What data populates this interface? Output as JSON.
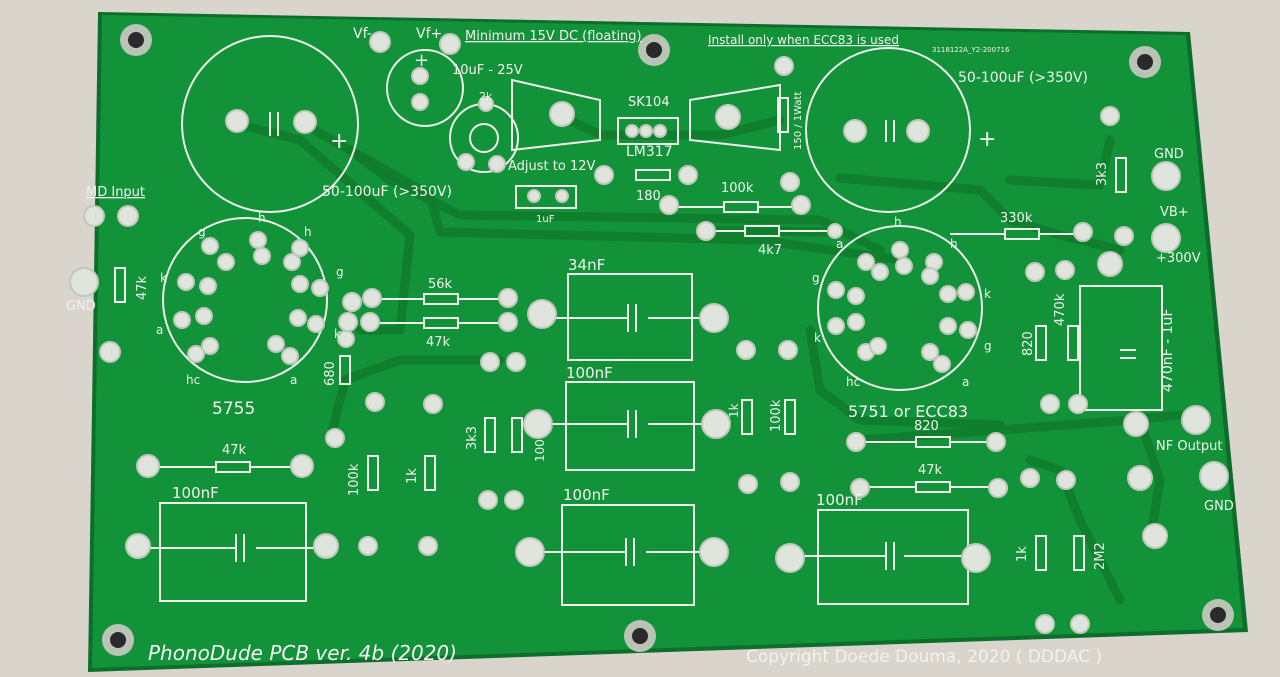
{
  "colors": {
    "background": "#d9d4cc",
    "board": "#12933a",
    "board_edge": "#0c6e2a",
    "trace": "#0f7a2c",
    "silkscreen": "#f2f2ee",
    "pad": "#dfe4dc"
  },
  "board": {
    "footer_title": "PhonoDude PCB ver. 4b (2020)",
    "copyright": "Copyright Doede Douma, 2020 ( DDDAC )",
    "serial": "3118122A_Y2-200716"
  },
  "power": {
    "vf_minus": "Vf-",
    "vf_plus": "Vf+",
    "min_dc_note": "Minimum 15V DC (floating)",
    "filter_cap": "10uF - 25V",
    "pot_value": "2k",
    "adjust_note": "Adjust to 12V",
    "regulator": "LM317",
    "resistor_180": "180",
    "cap_1uf": "1uF",
    "heatsink": "SK104"
  },
  "notes": {
    "ecc83_note": "Install only when ECC83 is used"
  },
  "caps": {
    "left_big": "50-100uF (>350V)",
    "right_big": "50-100uF (>350V)",
    "c34n": "34nF",
    "c100n_mid": "100nF",
    "c100n_left": "100nF",
    "c100n_center": "100nF",
    "c100n_right": "100nF",
    "out_cap": "470nF - 1uF"
  },
  "resistors": {
    "r150": "150 / 1Watt",
    "r100k_top": "100k",
    "r4k7": "4k7",
    "r330k": "330k",
    "r3k3_right": "3k3",
    "r47k_in": "47k",
    "r56k": "56k",
    "r47k_mid": "47k",
    "r680": "680",
    "r47k_bottom": "47k",
    "r100k_left": "100k",
    "r1k_left": "1k",
    "r3k3_mid": "3k3",
    "r100_mid": "100",
    "r1k_mid": "1k",
    "r100k_mid": "100k",
    "r820_top": "820",
    "r470k": "470k",
    "r820_bottom": "820",
    "r47k_right": "47k",
    "r1k_right": "1k",
    "r2m2": "2M2"
  },
  "connectors": {
    "md_input": "MD Input",
    "gnd_left": "GND",
    "gnd_right_top": "GND",
    "vb_plus": "VB+",
    "hv": "+300V",
    "nf_output": "NF Output",
    "gnd_right_bottom": "GND"
  },
  "tubes": {
    "left_name": "5755",
    "right_name": "5751 or ECC83",
    "pin_h": "h",
    "pin_g": "g",
    "pin_k": "k",
    "pin_a": "a",
    "pin_hc": "hc"
  }
}
